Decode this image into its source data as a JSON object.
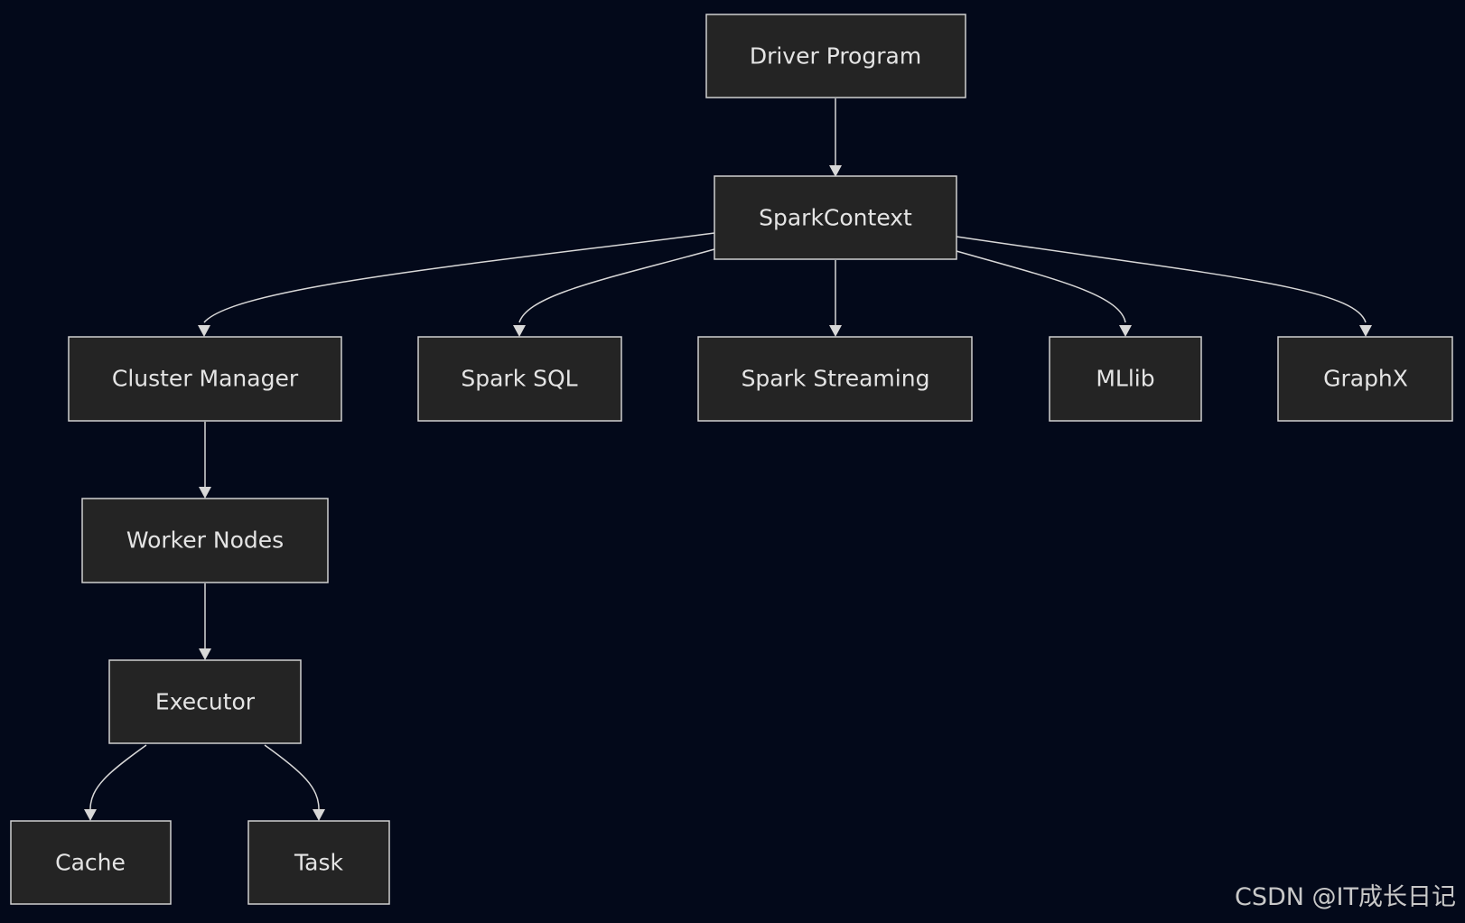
{
  "nodes": {
    "driver_program": "Driver Program",
    "spark_context": "SparkContext",
    "cluster_manager": "Cluster Manager",
    "spark_sql": "Spark SQL",
    "spark_streaming": "Spark Streaming",
    "mllib": "MLlib",
    "graphx": "GraphX",
    "worker_nodes": "Worker Nodes",
    "executor": "Executor",
    "cache": "Cache",
    "task": "Task"
  },
  "edges": [
    [
      "driver_program",
      "spark_context"
    ],
    [
      "spark_context",
      "cluster_manager"
    ],
    [
      "spark_context",
      "spark_sql"
    ],
    [
      "spark_context",
      "spark_streaming"
    ],
    [
      "spark_context",
      "mllib"
    ],
    [
      "spark_context",
      "graphx"
    ],
    [
      "cluster_manager",
      "worker_nodes"
    ],
    [
      "worker_nodes",
      "executor"
    ],
    [
      "executor",
      "cache"
    ],
    [
      "executor",
      "task"
    ]
  ],
  "watermark": "CSDN @IT成长日记",
  "colors": {
    "background": "#03091a",
    "node_fill": "#242424",
    "node_border": "#d0d0d0",
    "edge": "#d8d8d8",
    "text": "#e4e4e4"
  }
}
